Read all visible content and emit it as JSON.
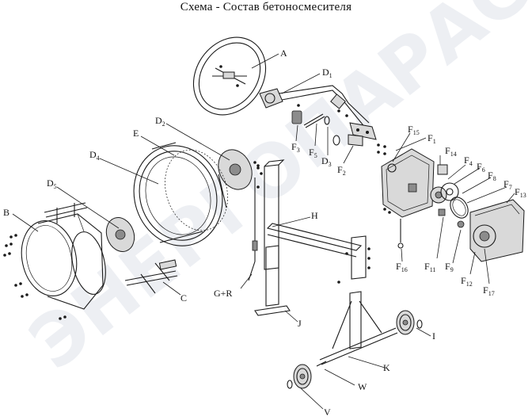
{
  "title": "Схема - Состав бетоносмесителя",
  "watermark": "ЭНЕРГОПАРАС",
  "labels": {
    "A": "A",
    "C": "C",
    "B": "B",
    "D1": "D",
    "D1_sub": "1",
    "D2": "D",
    "D2_sub": "2",
    "D3": "D",
    "D3_sub": "3",
    "D4": "D",
    "D4_sub": "4",
    "D5": "D",
    "D5_sub": "5",
    "E": "E",
    "F1": "F",
    "F1_sub": "1",
    "F2": "F",
    "F2_sub": "2",
    "F3": "F",
    "F3_sub": "3",
    "F4": "F",
    "F4_sub": "4",
    "F5": "F",
    "F5_sub": "5",
    "F6": "F",
    "F6_sub": "6",
    "F7": "F",
    "F7_sub": "7",
    "F8": "F",
    "F8_sub": "8",
    "F9": "F",
    "F9_sub": "9",
    "F11": "F",
    "F11_sub": "11",
    "F12": "F",
    "F12_sub": "12",
    "F13": "F",
    "F13_sub": "13",
    "F14": "F",
    "F14_sub": "14",
    "F15": "F",
    "F15_sub": "15",
    "F16": "F",
    "F16_sub": "16",
    "F17": "F",
    "F17_sub": "17",
    "GR": "G+R",
    "H": "H",
    "I": "I",
    "J": "J",
    "K": "K",
    "V": "V",
    "W": "W"
  }
}
